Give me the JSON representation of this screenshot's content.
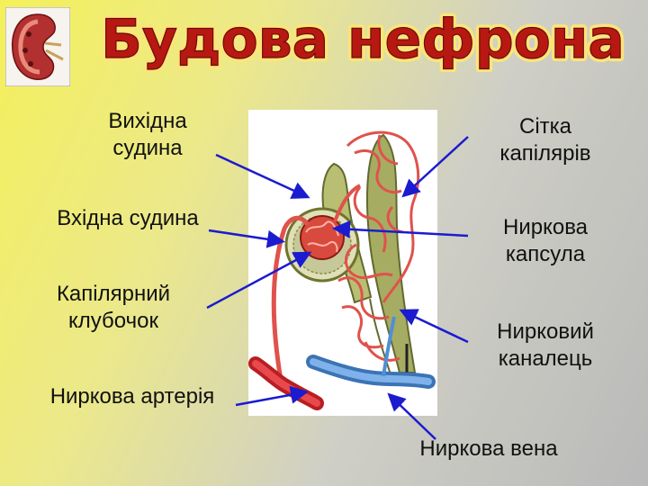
{
  "title": "Будова нефрона",
  "labels": {
    "efferent_vessel": "Вихідна\nсудина",
    "afferent_vessel": "Вхідна судина",
    "glomerulus": "Капілярний\nклубочок",
    "renal_artery": "Ниркова артерія",
    "capillary_network": "Сітка\nкапілярів",
    "renal_capsule": "Ниркова\nкапсула",
    "renal_tubule": "Нирковий\nканалець",
    "renal_vein": "Ниркова вена"
  },
  "colors": {
    "title_fill": "#b81812",
    "title_outline": "#fbe57a",
    "pointer": "#1b1bd0",
    "capillary": "#e0524c",
    "tubule": "#a6ad62",
    "vein": "#4f8fd6",
    "artery": "#d03030"
  }
}
